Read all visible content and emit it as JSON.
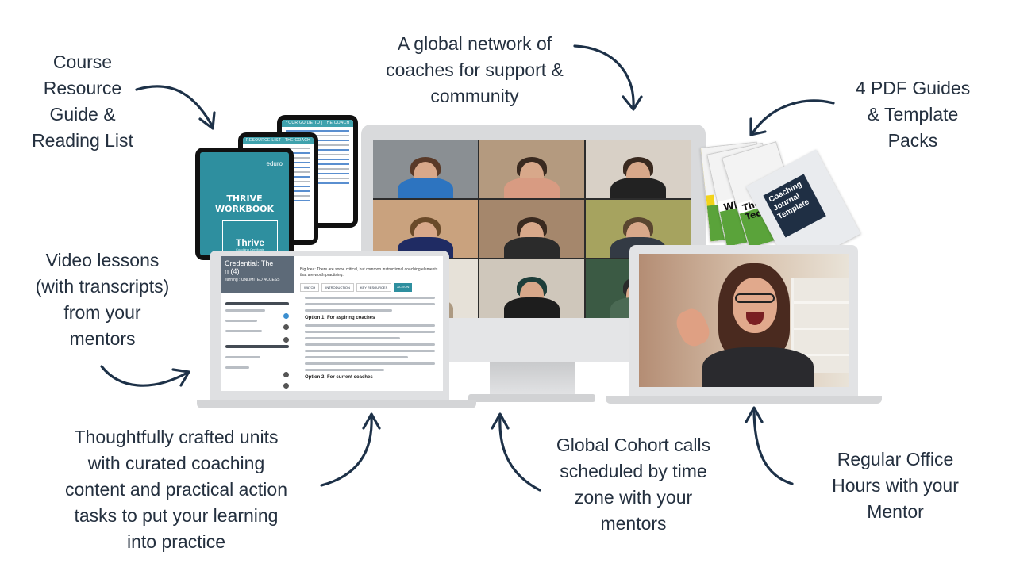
{
  "captions": {
    "resource_guide": "Course\nResource\nGuide &\nReading List",
    "global_network": "A global network of\ncoaches for support &\ncommunity",
    "pdf_guides": "4 PDF Guides\n& Template\nPacks",
    "video_lessons": "Video lessons\n(with transcripts)\nfrom your\nmentors",
    "units": "Thoughtfully crafted units\nwith curated coaching\ncontent and practical action\ntasks to put your learning\ninto practice",
    "cohort_calls": "Global Cohort calls\nscheduled by time\nzone with your\nmentors",
    "office_hours": "Regular Office\nHours with your\nMentor"
  },
  "tablets": {
    "workbook_title": "THRIVE\nWORKBOOK",
    "workbook_badge": "Thrive",
    "workbook_badge_sub": "Coaching Certificate",
    "workbook_logo": "eduro",
    "resource_list_bar": "RESOURCE LIST  |  THE COACH",
    "guide_bar": "YOUR GUIDE TO  |  THE COACH"
  },
  "lms": {
    "sidebar_title": "Credential: The\nn (4)",
    "access_label": "earning : UNLIMITED ACCESS",
    "tabs": [
      "WATCH",
      "INTRODUCTION",
      "KEY RESOURCES",
      "ACTION"
    ],
    "headings": [
      "Option 1: For aspiring coaches",
      "Option 2: For current coaches"
    ],
    "intro_text": "Big Idea: There are some critical, but common instructional coaching elements that are worth practising."
  },
  "pdf_pack": {
    "guide_label_1": "Wh",
    "guide_label_2": "The\nTech",
    "journal_title": "Coaching\nJournal\nTemplate"
  },
  "colors": {
    "arrow": "#1d3148",
    "teal": "#2e8f9f",
    "green": "#5aa33a"
  }
}
